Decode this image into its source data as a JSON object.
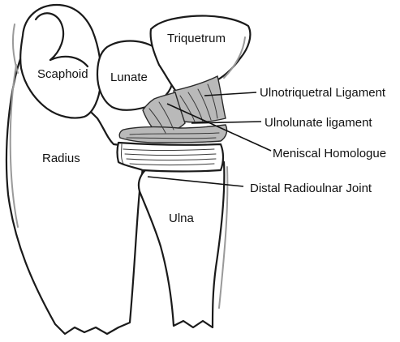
{
  "labels": {
    "scaphoid": "Scaphoid",
    "lunate": "Lunate",
    "triquetrum": "Triquetrum",
    "radius": "Radius",
    "ulna": "Ulna",
    "ulnotriquetral": "Ulnotriquetral Ligament",
    "ulnolunate": "Ulnolunate ligament",
    "meniscal": "Meniscal Homologue",
    "druj": "Distal Radioulnar Joint"
  },
  "colors": {
    "outline": "#1a1a1a",
    "ligament_fill": "#b9b9b9",
    "background": "#ffffff"
  }
}
